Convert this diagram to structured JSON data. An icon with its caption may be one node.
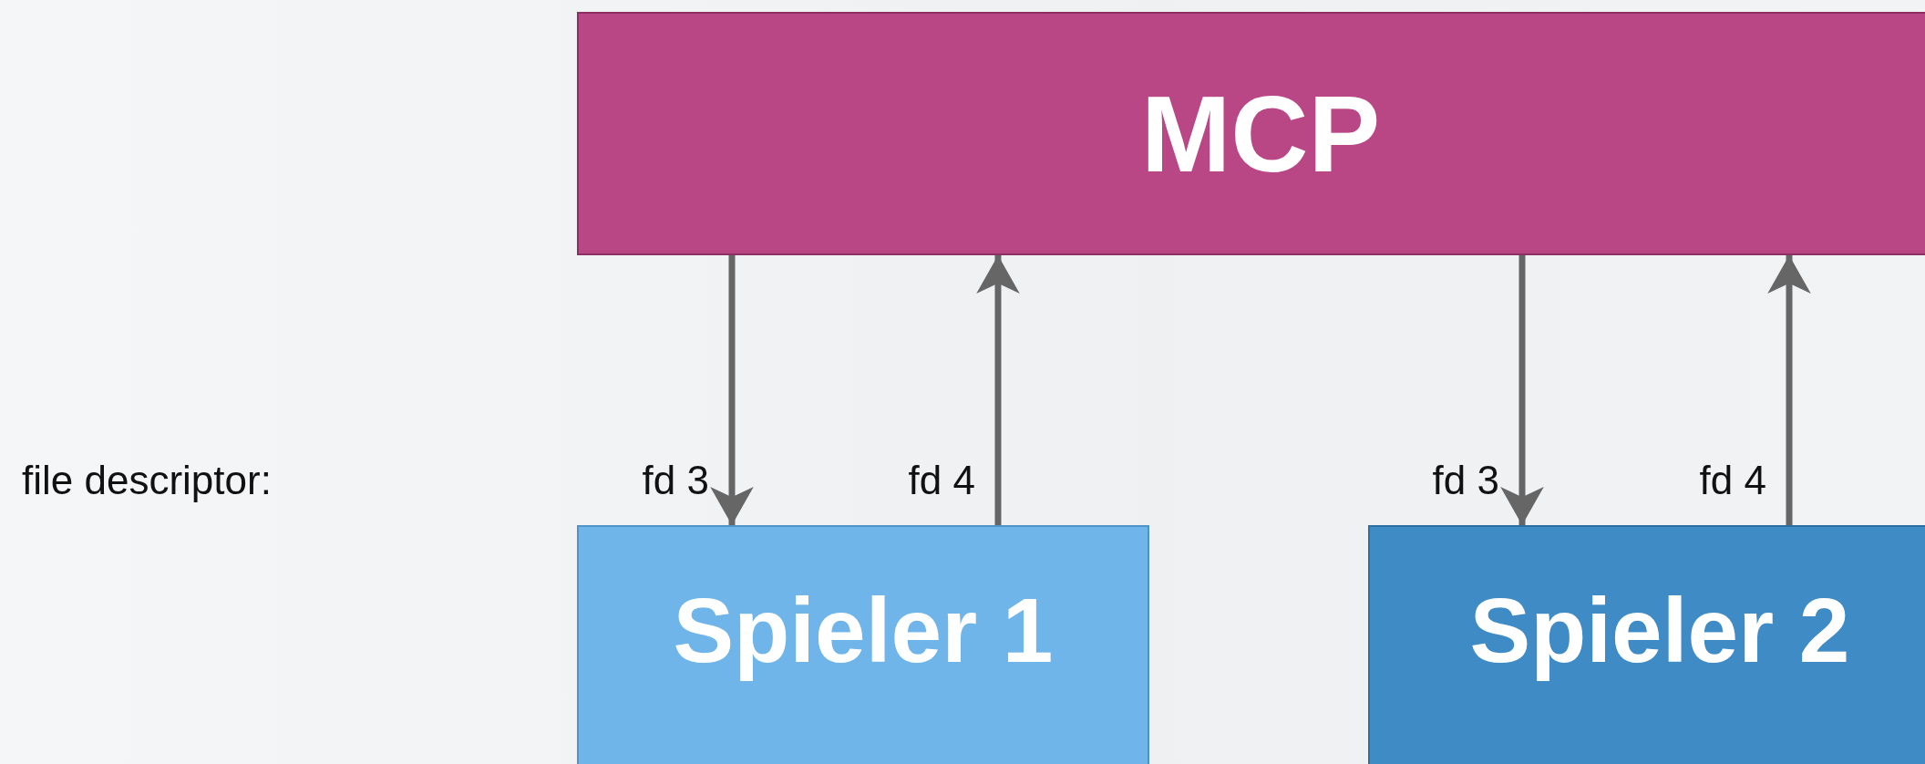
{
  "diagram": {
    "nodes": [
      {
        "text": [
          "MCP"
        ]
      },
      {
        "text": [
          "Spieler 1"
        ]
      },
      {
        "text": [
          "Spieler 2"
        ]
      }
    ],
    "edges": [
      {
        "from": 0,
        "to": 1,
        "arrow": "to",
        "label": "fd 3"
      },
      {
        "from": 1,
        "to": 0,
        "arrow": "to",
        "label": "fd 4"
      },
      {
        "from": 0,
        "to": 2,
        "arrow": "to",
        "label": "fd 3"
      },
      {
        "from": 2,
        "to": 0,
        "arrow": "to",
        "label": "fd 4"
      }
    ],
    "labels": [
      "file descriptor:"
    ]
  }
}
